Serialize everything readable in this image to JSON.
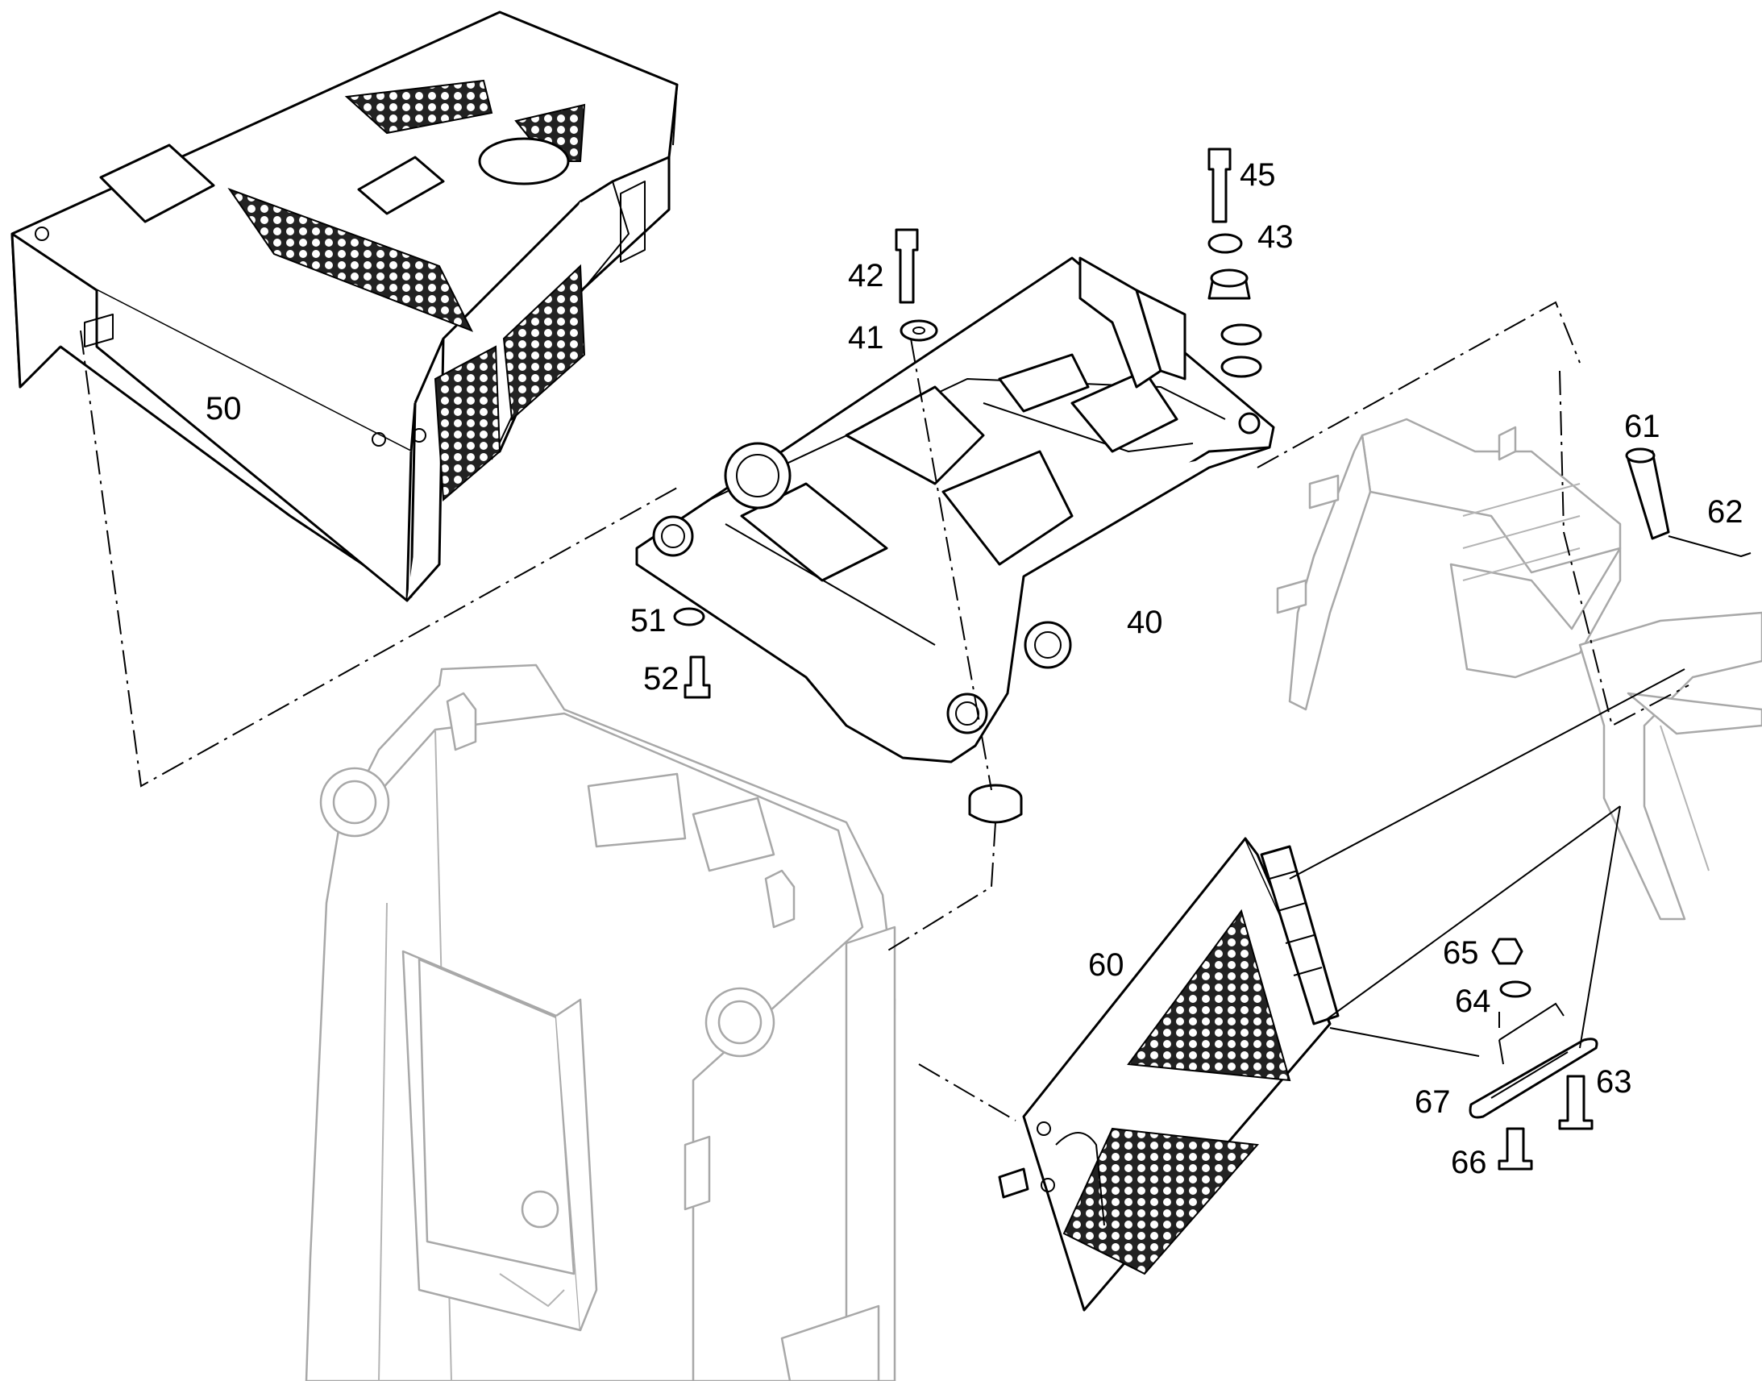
{
  "callouts": [
    {
      "id": "50",
      "label": "50"
    },
    {
      "id": "42",
      "label": "42"
    },
    {
      "id": "41",
      "label": "41"
    },
    {
      "id": "45",
      "label": "45"
    },
    {
      "id": "43",
      "label": "43"
    },
    {
      "id": "40",
      "label": "40"
    },
    {
      "id": "51",
      "label": "51"
    },
    {
      "id": "52",
      "label": "52"
    },
    {
      "id": "61",
      "label": "61"
    },
    {
      "id": "62",
      "label": "62"
    },
    {
      "id": "60",
      "label": "60"
    },
    {
      "id": "65",
      "label": "65"
    },
    {
      "id": "64",
      "label": "64"
    },
    {
      "id": "67",
      "label": "67"
    },
    {
      "id": "63",
      "label": "63"
    },
    {
      "id": "66",
      "label": "66"
    }
  ]
}
